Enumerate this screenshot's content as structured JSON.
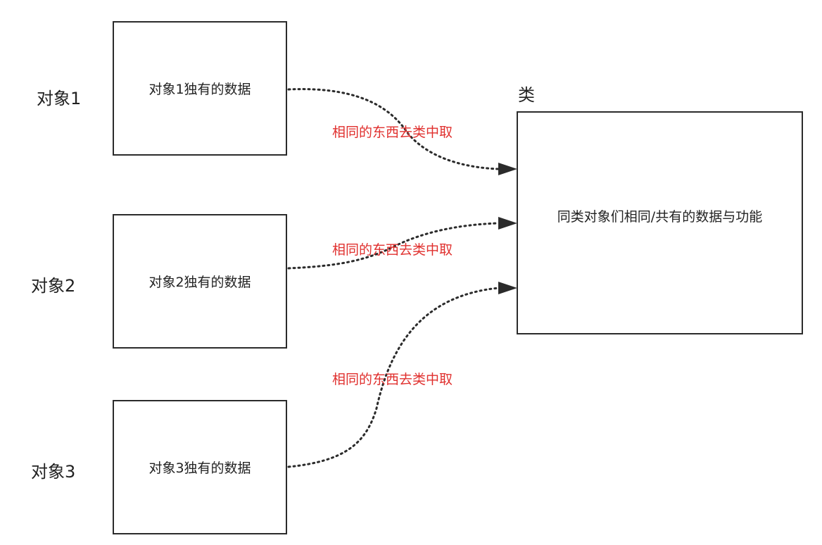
{
  "objects": [
    {
      "label": "对象1",
      "box_text": "对象1独有的数据"
    },
    {
      "label": "对象2",
      "box_text": "对象2独有的数据"
    },
    {
      "label": "对象3",
      "box_text": "对象3独有的数据"
    }
  ],
  "class_node": {
    "title": "类",
    "box_text": "同类对象们相同/共有的数据与功能"
  },
  "edges": [
    {
      "label": "相同的东西去类中取"
    },
    {
      "label": "相同的东西去类中取"
    },
    {
      "label": "相同的东西去类中取"
    }
  ],
  "colors": {
    "edge_label": "#e0302e",
    "stroke": "#2b2b2b"
  }
}
